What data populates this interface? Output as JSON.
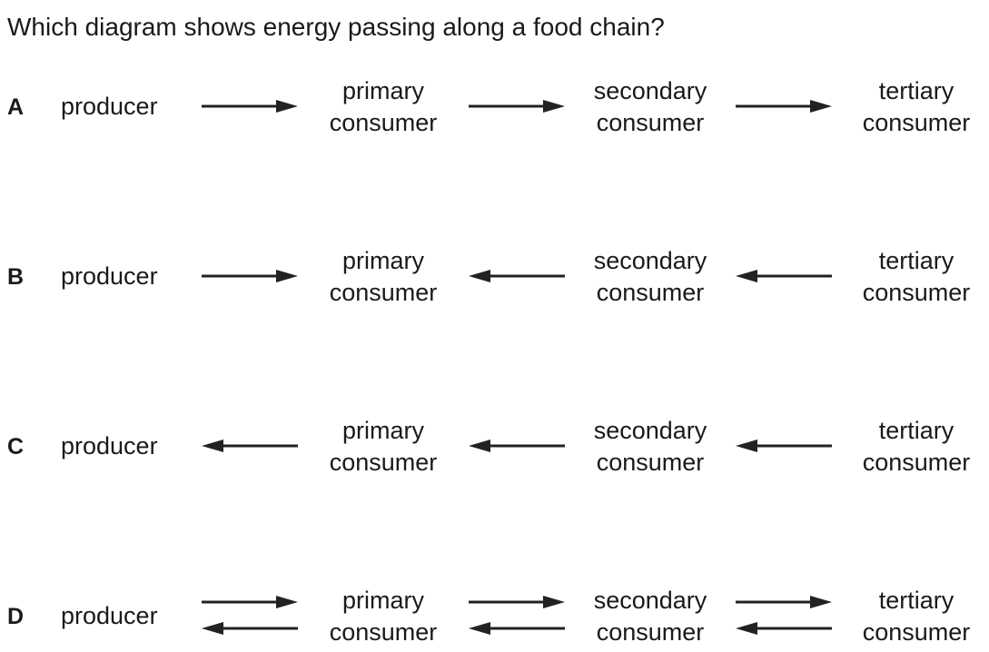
{
  "question": "Which diagram shows energy passing along a food chain?",
  "options": [
    {
      "letter": "A",
      "producer": "producer",
      "primary": [
        "primary",
        "consumer"
      ],
      "secondary": [
        "secondary",
        "consumer"
      ],
      "tertiary": [
        "tertiary",
        "consumer"
      ],
      "arrows": [
        "right",
        "right",
        "right"
      ]
    },
    {
      "letter": "B",
      "producer": "producer",
      "primary": [
        "primary",
        "consumer"
      ],
      "secondary": [
        "secondary",
        "consumer"
      ],
      "tertiary": [
        "tertiary",
        "consumer"
      ],
      "arrows": [
        "right",
        "left",
        "left"
      ]
    },
    {
      "letter": "C",
      "producer": "producer",
      "primary": [
        "primary",
        "consumer"
      ],
      "secondary": [
        "secondary",
        "consumer"
      ],
      "tertiary": [
        "tertiary",
        "consumer"
      ],
      "arrows": [
        "left",
        "left",
        "left"
      ]
    },
    {
      "letter": "D",
      "producer": "producer",
      "primary": [
        "primary",
        "consumer"
      ],
      "secondary": [
        "secondary",
        "consumer"
      ],
      "tertiary": [
        "tertiary",
        "consumer"
      ],
      "arrows": [
        "both",
        "both",
        "both"
      ]
    }
  ]
}
